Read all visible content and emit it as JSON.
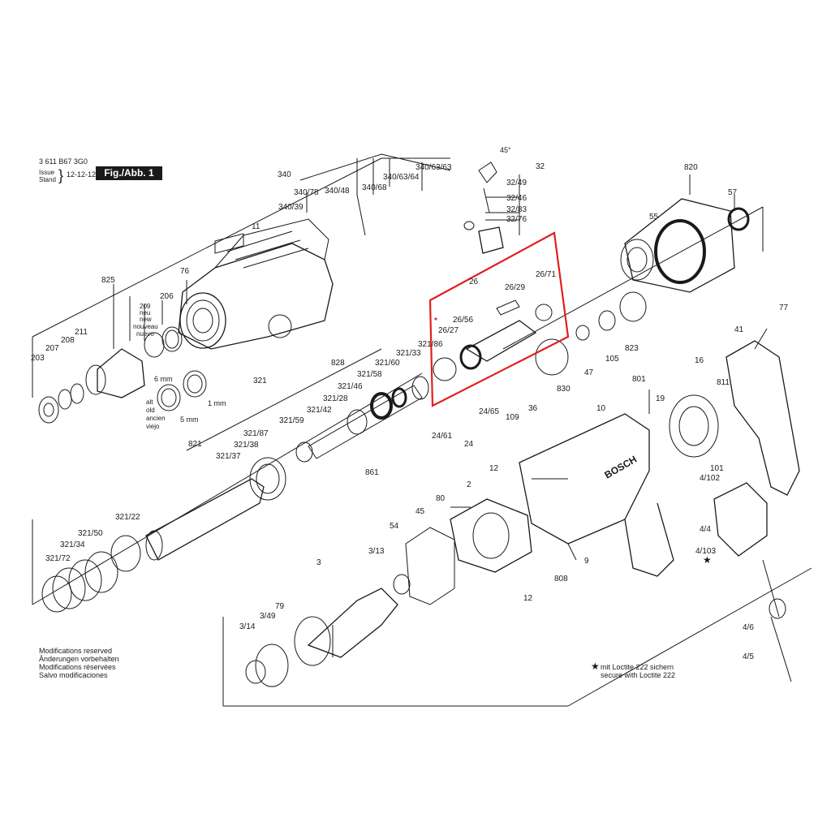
{
  "header": {
    "code": "3 611 B67 3G0",
    "issue_label": "Issue",
    "stand_label": "Stand",
    "date": "12-12-12",
    "figure_label": "Fig./Abb. 1"
  },
  "footer": {
    "modifications": [
      "Modifications reserved",
      "Änderungen vorbehalten",
      "Modifications réservées",
      "Salvo modificaciones"
    ],
    "loctite_star": "★",
    "loctite": [
      "mit Loctite 222 sichern",
      "secure with Loctite 222"
    ]
  },
  "legend_small": {
    "neu": [
      "209",
      "neu",
      "new",
      "nouveau",
      "nuevo"
    ],
    "alt": [
      "alt",
      "old",
      "ancien",
      "viejo"
    ],
    "mm6": "6 mm",
    "mm5": "5 mm",
    "mm1": "1 mm",
    "angle": "45°",
    "star_note": "★"
  },
  "part_labels": [
    {
      "id": "340",
      "text": "340"
    },
    {
      "id": "340/78",
      "text": "340/78"
    },
    {
      "id": "340/63/64",
      "text": "340/63/64"
    },
    {
      "id": "340/63/63",
      "text": "340/63/63"
    },
    {
      "id": "340/39",
      "text": "340/39"
    },
    {
      "id": "340/48",
      "text": "340/48"
    },
    {
      "id": "340/68",
      "text": "340/68"
    },
    {
      "id": "11",
      "text": "11"
    },
    {
      "id": "76",
      "text": "76"
    },
    {
      "id": "825",
      "text": "825"
    },
    {
      "id": "206",
      "text": "206"
    },
    {
      "id": "211",
      "text": "211"
    },
    {
      "id": "208",
      "text": "208"
    },
    {
      "id": "207",
      "text": "207"
    },
    {
      "id": "203",
      "text": "203"
    },
    {
      "id": "321",
      "text": "321"
    },
    {
      "id": "828",
      "text": "828"
    },
    {
      "id": "321/33",
      "text": "321/33"
    },
    {
      "id": "321/60",
      "text": "321/60"
    },
    {
      "id": "321/58",
      "text": "321/58"
    },
    {
      "id": "321/46",
      "text": "321/46"
    },
    {
      "id": "321/28",
      "text": "321/28"
    },
    {
      "id": "321/42",
      "text": "321/42"
    },
    {
      "id": "321/59",
      "text": "321/59"
    },
    {
      "id": "321/86",
      "text": "321/86"
    },
    {
      "id": "821",
      "text": "821"
    },
    {
      "id": "321/87",
      "text": "321/87"
    },
    {
      "id": "321/38",
      "text": "321/38"
    },
    {
      "id": "321/37",
      "text": "321/37"
    },
    {
      "id": "321/22",
      "text": "321/22"
    },
    {
      "id": "321/50",
      "text": "321/50"
    },
    {
      "id": "321/34",
      "text": "321/34"
    },
    {
      "id": "321/72",
      "text": "321/72"
    },
    {
      "id": "32",
      "text": "32"
    },
    {
      "id": "32/49",
      "text": "32/49"
    },
    {
      "id": "32/46",
      "text": "32/46"
    },
    {
      "id": "32/83",
      "text": "32/83"
    },
    {
      "id": "32/76",
      "text": "32/76"
    },
    {
      "id": "26",
      "text": "26"
    },
    {
      "id": "26/29",
      "text": "26/29"
    },
    {
      "id": "26/71",
      "text": "26/71"
    },
    {
      "id": "26/56",
      "text": "26/56"
    },
    {
      "id": "26/27",
      "text": "26/27"
    },
    {
      "id": "24/65",
      "text": "24/65"
    },
    {
      "id": "24/61",
      "text": "24/61"
    },
    {
      "id": "24",
      "text": "24"
    },
    {
      "id": "109",
      "text": "109"
    },
    {
      "id": "36",
      "text": "36"
    },
    {
      "id": "861",
      "text": "861"
    },
    {
      "id": "820",
      "text": "820"
    },
    {
      "id": "55",
      "text": "55"
    },
    {
      "id": "57",
      "text": "57"
    },
    {
      "id": "47",
      "text": "47"
    },
    {
      "id": "105",
      "text": "105"
    },
    {
      "id": "823",
      "text": "823"
    },
    {
      "id": "830",
      "text": "830"
    },
    {
      "id": "77",
      "text": "77"
    },
    {
      "id": "41",
      "text": "41"
    },
    {
      "id": "16",
      "text": "16"
    },
    {
      "id": "811",
      "text": "811"
    },
    {
      "id": "801",
      "text": "801"
    },
    {
      "id": "19",
      "text": "19"
    },
    {
      "id": "10",
      "text": "10"
    },
    {
      "id": "101",
      "text": "101"
    },
    {
      "id": "4/102",
      "text": "4/102"
    },
    {
      "id": "4/4",
      "text": "4/4"
    },
    {
      "id": "4/103",
      "text": "4/103"
    },
    {
      "id": "4/6",
      "text": "4/6"
    },
    {
      "id": "4/5",
      "text": "4/5"
    },
    {
      "id": "12a",
      "text": "12"
    },
    {
      "id": "12b",
      "text": "12"
    },
    {
      "id": "9",
      "text": "9"
    },
    {
      "id": "808",
      "text": "808"
    },
    {
      "id": "80",
      "text": "80"
    },
    {
      "id": "2",
      "text": "2"
    },
    {
      "id": "45",
      "text": "45"
    },
    {
      "id": "54",
      "text": "54"
    },
    {
      "id": "3/13",
      "text": "3/13"
    },
    {
      "id": "3",
      "text": "3"
    },
    {
      "id": "3/49",
      "text": "3/49"
    },
    {
      "id": "79",
      "text": "79"
    },
    {
      "id": "3/14",
      "text": "3/14"
    },
    {
      "id": "brand",
      "text": "BOSCH"
    }
  ],
  "highlight": {
    "color": "#e02020"
  },
  "colors": {
    "ink": "#1a1a1a",
    "panel": "#ffffff"
  }
}
